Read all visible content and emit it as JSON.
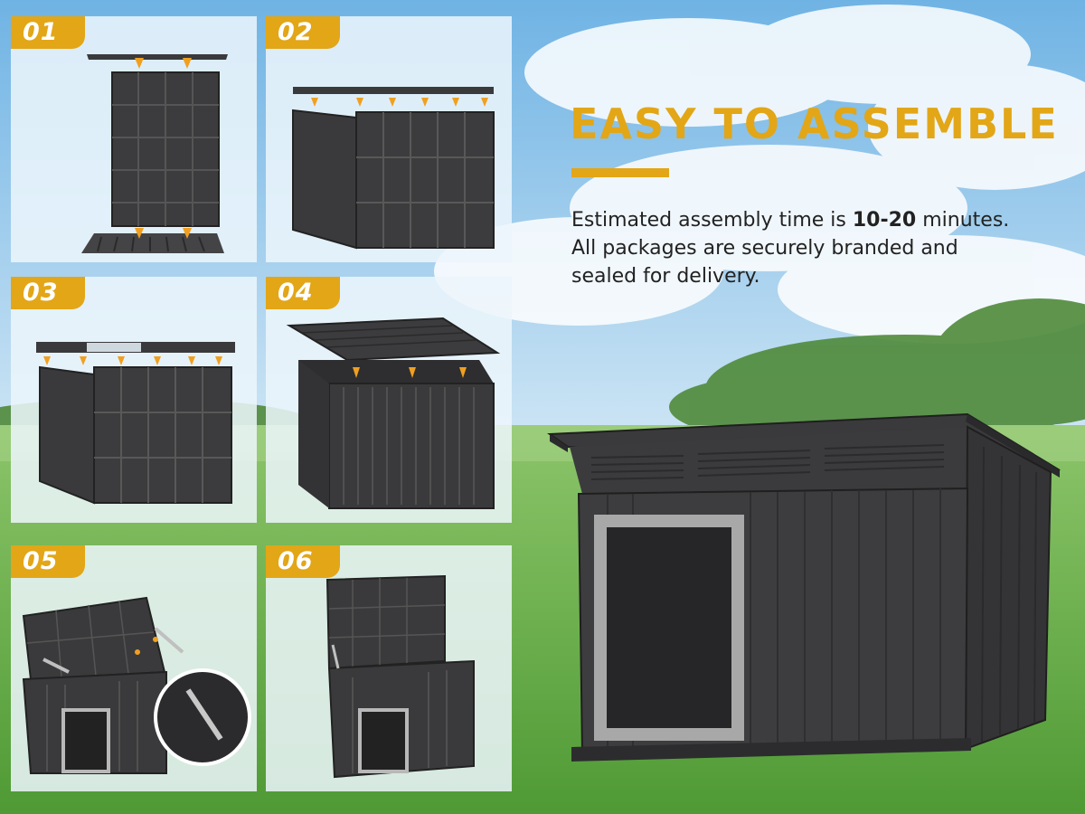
{
  "headline": "EASY TO ASSEMBLE",
  "description": {
    "line1_prefix": "Estimated assembly time is ",
    "line1_bold": "10-20",
    "line1_suffix": " minutes.",
    "line2": "All packages are securely branded and",
    "line3": "sealed for delivery."
  },
  "steps": [
    {
      "label": "01"
    },
    {
      "label": "02"
    },
    {
      "label": "03"
    },
    {
      "label": "04"
    },
    {
      "label": "05"
    },
    {
      "label": "06"
    }
  ],
  "colors": {
    "accent": "#e2a617",
    "product": "#3a3a3c",
    "door_frame": "#a8a8a8",
    "sky": "#8ec5e8",
    "grass": "#6aa84f"
  }
}
